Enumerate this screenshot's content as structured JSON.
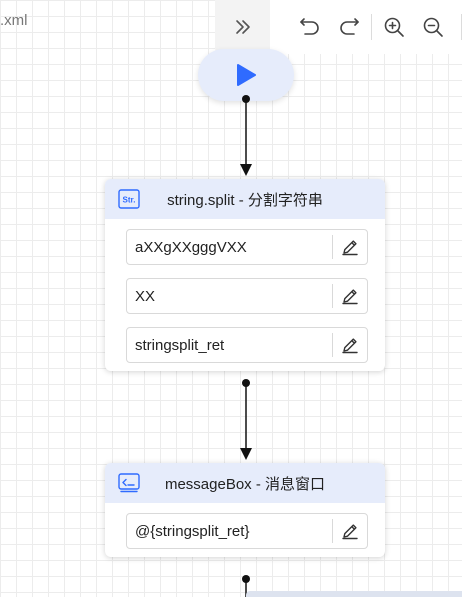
{
  "file": {
    "name": ".xml"
  },
  "toolbar": {
    "collapse_icon": "double-chevron-right-icon",
    "undo_icon": "undo-icon",
    "redo_icon": "redo-icon",
    "zoom_in_icon": "zoom-in-icon",
    "zoom_out_icon": "zoom-out-icon"
  },
  "start": {
    "icon": "play-icon"
  },
  "nodes": [
    {
      "title": "string.split - 分割字符串",
      "icon": "string-icon",
      "icon_text": "Str.",
      "fields": [
        "aXXgXXgggVXX",
        "XX",
        "stringsplit_ret"
      ]
    },
    {
      "title": "messageBox - 消息窗口",
      "icon": "message-window-icon",
      "fields": [
        "@{stringsplit_ret}"
      ]
    }
  ],
  "colors": {
    "accent": "#2f6bff",
    "header_bg": "#e6ecfb",
    "connector": "#111111"
  }
}
